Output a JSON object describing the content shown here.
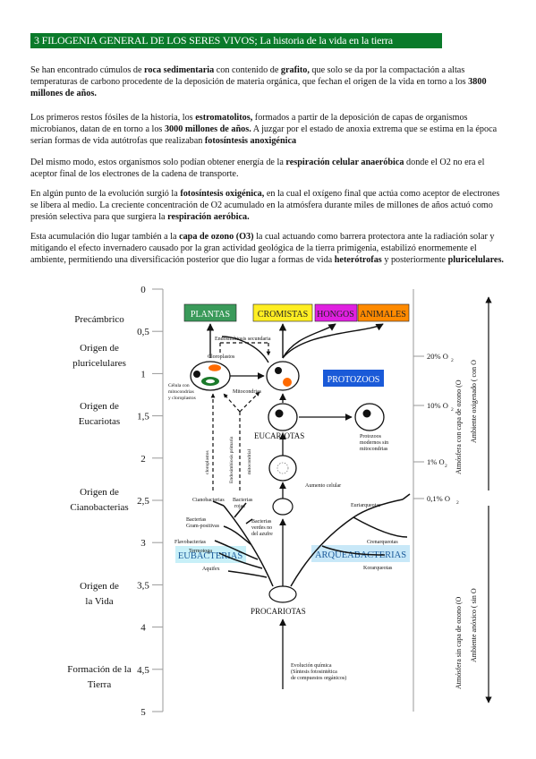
{
  "title": "3 FILOGENIA GENERAL DE LOS SERES VIVOS; La historia de la vida en la tierra",
  "paragraphs": [
    {
      "parts": [
        {
          "t": "Se han encontrado cúmulos de ",
          "b": false
        },
        {
          "t": "roca sedimentaria",
          "b": true
        },
        {
          "t": " con contenido de ",
          "b": false
        },
        {
          "t": "grafito,",
          "b": true
        },
        {
          "t": " que solo se da por la compactación a altas temperaturas de carbono procedente de la deposición de materia orgánica, que fechan el origen de la vida en torno a los ",
          "b": false
        },
        {
          "t": "3800 millones de años.",
          "b": true
        }
      ]
    },
    {
      "parts": [
        {
          "t": "Los primeros restos fósiles de la historia, los ",
          "b": false
        },
        {
          "t": "estromatolitos,",
          "b": true
        },
        {
          "t": " formados a partir de la deposición de capas de organismos microbianos, datan de en torno a los ",
          "b": false
        },
        {
          "t": "3000 millones de años.",
          "b": true
        },
        {
          "t": " A juzgar por el estado de anoxia extrema que se estima en la época serían formas de vida autótrofas que realizaban ",
          "b": false
        },
        {
          "t": "fotosíntesis anoxigénica",
          "b": true
        }
      ]
    },
    {
      "parts": [
        {
          "t": "Del mismo modo, estos organismos solo podían obtener energía de la ",
          "b": false
        },
        {
          "t": "respiración celular anaeróbica",
          "b": true
        },
        {
          "t": " donde el O2 no era el aceptor final de los electrones de la cadena de transporte.",
          "b": false
        }
      ]
    },
    {
      "parts": [
        {
          "t": "En algún punto de la evolución surgió la ",
          "b": false
        },
        {
          "t": "fotosíntesis oxigénica,",
          "b": true
        },
        {
          "t": " en la cual el oxígeno final que actúa como aceptor de electrones se libera al medio. La creciente concentración de O2 acumulado en la atmósfera durante miles de millones de años actuó como presión selectiva para que surgiera la ",
          "b": false
        },
        {
          "t": "respiración aeróbica.",
          "b": true
        }
      ]
    },
    {
      "parts": [
        {
          "t": "Esta acumulación dio lugar también a la ",
          "b": false
        },
        {
          "t": "capa de ozono (O3)",
          "b": true
        },
        {
          "t": " la cual actuando como barrera protectora ante la radiación solar y mitigando el efecto invernadero causado por la gran actividad geológica de la tierra primigenia, estabilizó enormemente el ambiente, permitiendo una diversificación posterior que dio lugar a formas de vida ",
          "b": false
        },
        {
          "t": "heterótrofas",
          "b": true
        },
        {
          "t": " y posteriormente ",
          "b": false
        },
        {
          "t": "pluricelulares.",
          "b": true
        }
      ]
    }
  ],
  "diagram": {
    "scale_ticks": [
      "0",
      "0,5",
      "1",
      "1,5",
      "2",
      "2,5",
      "3",
      "3,5",
      "4",
      "4,5",
      "5"
    ],
    "eras": [
      {
        "label": "Precámbrico"
      },
      {
        "label": "Origen de pluricelulares",
        "lines": [
          "Origen de",
          "pluricelulares"
        ]
      },
      {
        "label": "Origen de Eucariotas",
        "lines": [
          "Origen de",
          "Eucariotas"
        ]
      },
      {
        "label": "Origen de Cianobacterias",
        "lines": [
          "Origen de",
          "Cianobacterias"
        ]
      },
      {
        "label": "Origen de la Vida",
        "lines": [
          "Origen de",
          "la Vida"
        ]
      },
      {
        "label": "Formación de la Tierra",
        "lines": [
          "Formación de la",
          "Tierra"
        ]
      }
    ],
    "groups": [
      {
        "label": "PLANTAS",
        "bg": "#3a9a5a",
        "fg": "#ffffff"
      },
      {
        "label": "CROMISTAS",
        "bg": "#ffee22",
        "fg": "#222222"
      },
      {
        "label": "HONGOS",
        "bg": "#e020e0",
        "fg": "#222222"
      },
      {
        "label": "ANIMALES",
        "bg": "#ff8a00",
        "fg": "#222222"
      },
      {
        "label": "PROTOZOOS",
        "bg": "#1a5ad8",
        "fg": "#ffffff"
      },
      {
        "label": "EUBACTERIAS",
        "bg": "#c8f0f8",
        "fg": "#1a5a9a"
      },
      {
        "label": "ARQUEABACTERIAS",
        "bg": "#c8e8f8",
        "fg": "#1a5a9a"
      }
    ],
    "labels": {
      "endosimbiosis_secundaria": "Endosimbiosis secundaria",
      "cloroplastos": "Cloroplastos",
      "celula_mito_clo": [
        "Célula con",
        "mitocondrias",
        "y cloroplastos"
      ],
      "mitocondrias": "Mitocondrias",
      "eucariotas": "EUCARIOTAS",
      "protozoos_modernos": [
        "Protozoos",
        "modernos sin",
        "mitocondrias"
      ],
      "cloroplastos_v": "cloroplastos",
      "endosimbiosis_primaria": "Endosimbiosis primaria",
      "mitocondrial": "mitocondrial",
      "aumento_celular": "Aumento celular",
      "cianobacterias": "Cianobacterias",
      "bacterias_rojas": [
        "Bacterias",
        "rojas"
      ],
      "euriarqueotas": "Euriarqueotas",
      "bacterias_gram": [
        "Bacterias",
        "Gram-positivas"
      ],
      "bacterias_verdes": [
        "Bacterias",
        "verdes no",
        "del azufre"
      ],
      "flavobacterias": "Flavobacterias",
      "termotoga": "Termotoga",
      "crenarqueotas": "Crenarqueotas",
      "aquifex": "Aquifex",
      "korarqueotas": "Korarqueotas",
      "procariotas": "PROCARIOTAS",
      "evolucion_quimica": [
        "Evolución química",
        "(Síntesis fotosintética",
        "de compuestos orgánicos)"
      ]
    },
    "o2_levels": [
      "20% O",
      "10% O",
      "1% O",
      "0,1% O"
    ],
    "right_axis_upper": [
      "Atmósfera con capa de ozono (O",
      "Ambiente oxigenado ( con O"
    ],
    "right_axis_lower": [
      "Atmósfera sin capa de ozono (O",
      "Ambiente anóxico ( sin O"
    ]
  }
}
